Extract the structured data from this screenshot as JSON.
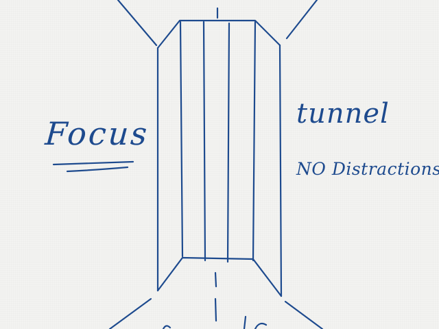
{
  "labels": {
    "focus": "Focus",
    "tunnel": "tunnel",
    "no_distractions": "NO Distractions"
  },
  "colors": {
    "ink": "#1d4a8e",
    "paper": "#f3f3f1"
  }
}
